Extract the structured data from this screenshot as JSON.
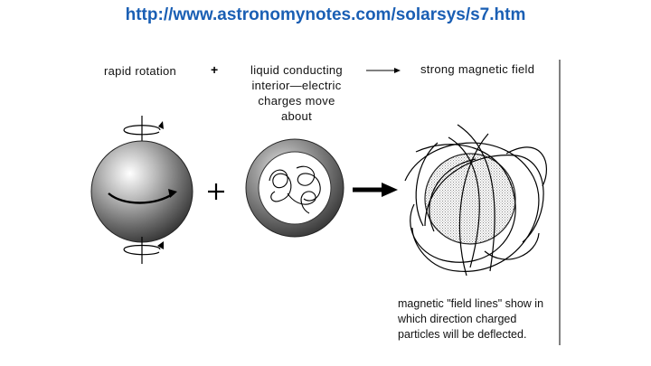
{
  "header": {
    "url": "http://www.astronomynotes.com/solarsys/s7.htm"
  },
  "labels": {
    "rotation": "rapid rotation",
    "plus": "+",
    "interior_lines": [
      "liquid conducting",
      "interior—electric",
      "charges move",
      "about"
    ],
    "result": "strong magnetic field"
  },
  "caption_lines": [
    "magnetic \"field lines\" show in",
    "which direction charged",
    "particles will be deflected."
  ],
  "colors": {
    "url": "#1a5fb4"
  }
}
